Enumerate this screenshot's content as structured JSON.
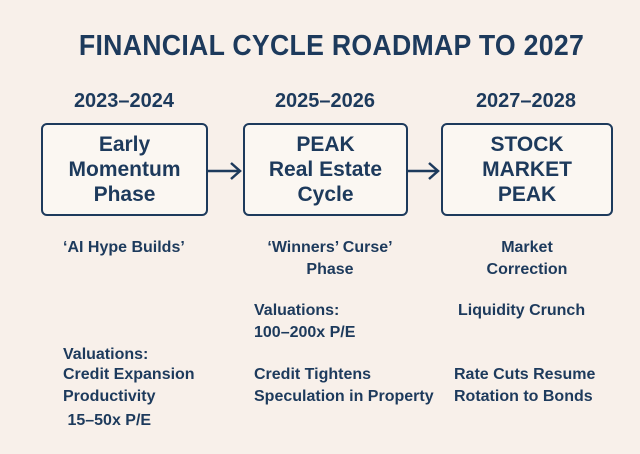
{
  "title": "FINANCIAL CYCLE ROADMAP TO 2027",
  "colors": {
    "background": "#f8f0ea",
    "ink": "#1d3a5c",
    "box_fill": "#fbf7f2"
  },
  "stages": [
    {
      "years": "2023–2024",
      "box_lines": [
        "Early",
        "Momentum",
        "Phase"
      ],
      "caption": [
        "‘AI Hype Builds’"
      ],
      "valuation": [
        "Valuations:",
        " 15–50x P/E"
      ],
      "notes": [
        "Credit Expansion",
        "Productivity"
      ]
    },
    {
      "years": "2025–2026",
      "box_lines": [
        "PEAK",
        "Real Estate",
        "Cycle"
      ],
      "caption": [
        "‘Winners’ Curse’",
        "Phase"
      ],
      "valuation": [
        "Valuations:",
        "100–200x P/E"
      ],
      "notes": [
        "Credit Tightens",
        "Speculation in Property"
      ]
    },
    {
      "years": "2027–2028",
      "box_lines": [
        "STOCK",
        "MARKET",
        "PEAK"
      ],
      "caption": [
        "Market",
        "Correction"
      ],
      "valuation": [
        "Liquidity Crunch"
      ],
      "notes": [
        "Rate Cuts Resume",
        "Rotation to Bonds"
      ]
    }
  ],
  "connectors": [
    "arrow-right",
    "arrow-right"
  ]
}
